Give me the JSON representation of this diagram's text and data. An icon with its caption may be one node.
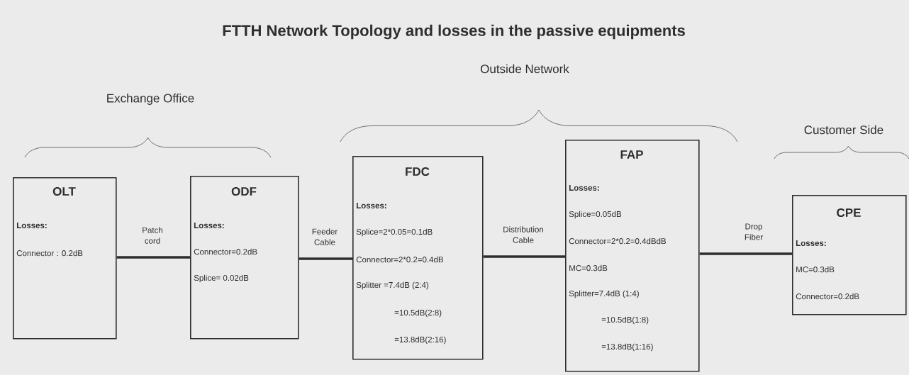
{
  "diagram": {
    "title": "FTTH Network Topology and losses in the passive equipments",
    "nodes": [
      {
        "text": [
          "OLT",
          "Losses:",
          "Connector : 0.2dB"
        ]
      },
      {
        "text": [
          "ODF",
          "Losses:",
          "Connector=0.2dB",
          "Splice= 0.02dB"
        ]
      },
      {
        "text": [
          "FDC",
          "Losses:",
          "Splice=2*0.05=0.1dB",
          "Connector=2*0.2=0.4dB",
          "Splitter =7.4dB (2:4)",
          "=10.5dB(2:8)",
          "=13.8dB(2:16)"
        ]
      },
      {
        "text": [
          "FAP",
          "Losses:",
          "Splice=0.05dB",
          "Connector=2*0.2=0.4dBdB",
          "MC=0.3dB",
          "Splitter=7.4dB (1:4)",
          "=10.5dB(1:8)",
          "=13.8dB(1:16)"
        ]
      },
      {
        "text": [
          "CPE",
          "Losses:",
          "MC=0.3dB",
          "Connector=0.2dB"
        ]
      }
    ],
    "edges": [
      {
        "from": 0,
        "to": 1,
        "arrow": "none",
        "label": "Patch cord"
      },
      {
        "from": 1,
        "to": 2,
        "arrow": "none",
        "label": "Feeder Cable"
      },
      {
        "from": 2,
        "to": 3,
        "arrow": "none",
        "label": "Distribution Cable"
      },
      {
        "from": 3,
        "to": 4,
        "arrow": "none",
        "label": "Drop Fiber"
      }
    ],
    "labels": [
      "Exchange Office",
      "Outside Network",
      "Customer Side"
    ]
  }
}
